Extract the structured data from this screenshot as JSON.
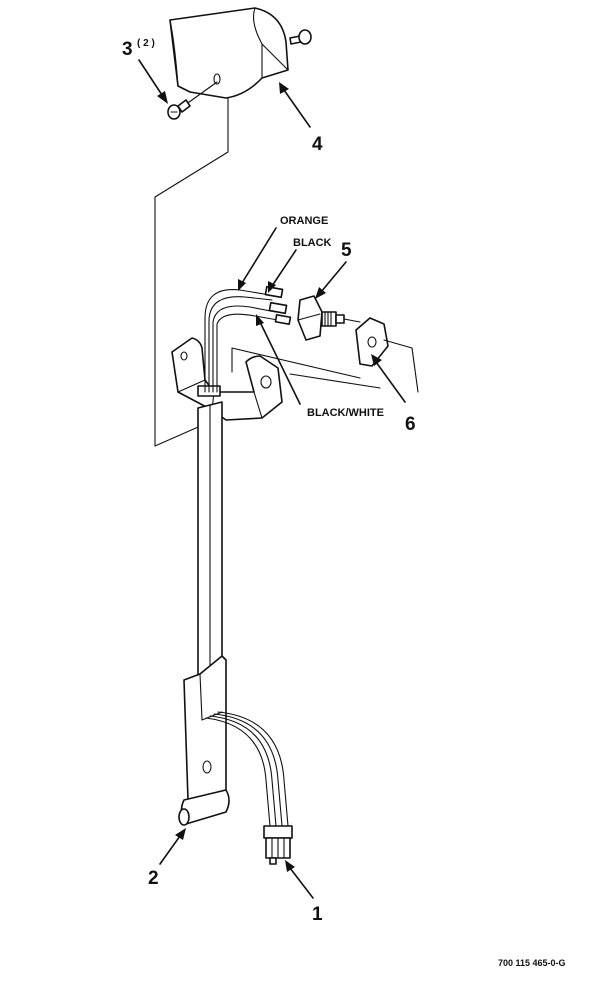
{
  "callouts": {
    "item1": "1",
    "item2": "2",
    "item3": "3",
    "item3_qty": "( 2 )",
    "item4": "4",
    "item5": "5",
    "item6": "6"
  },
  "wire_labels": {
    "orange": "ORANGE",
    "black": "BLACK",
    "black_white": "BLACK/WHITE"
  },
  "drawing_number": "700 115 465-0-G"
}
